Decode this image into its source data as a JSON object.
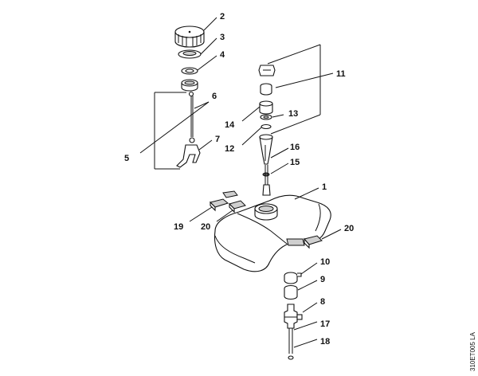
{
  "drawing_code": "310ET005 LA",
  "callouts": [
    {
      "id": "c1",
      "text": "1"
    },
    {
      "id": "c2",
      "text": "2"
    },
    {
      "id": "c3",
      "text": "3"
    },
    {
      "id": "c4",
      "text": "4"
    },
    {
      "id": "c5",
      "text": "5"
    },
    {
      "id": "c6",
      "text": "6"
    },
    {
      "id": "c7",
      "text": "7"
    },
    {
      "id": "c8",
      "text": "8"
    },
    {
      "id": "c9",
      "text": "9"
    },
    {
      "id": "c10",
      "text": "10"
    },
    {
      "id": "c11",
      "text": "11"
    },
    {
      "id": "c12",
      "text": "12"
    },
    {
      "id": "c13",
      "text": "13"
    },
    {
      "id": "c14",
      "text": "14"
    },
    {
      "id": "c15",
      "text": "15"
    },
    {
      "id": "c16",
      "text": "16"
    },
    {
      "id": "c17",
      "text": "17"
    },
    {
      "id": "c18",
      "text": "18"
    },
    {
      "id": "c19",
      "text": "19"
    },
    {
      "id": "c20a",
      "text": "20"
    },
    {
      "id": "c20b",
      "text": "20"
    }
  ]
}
